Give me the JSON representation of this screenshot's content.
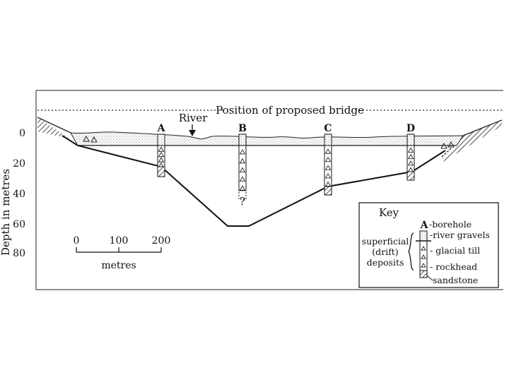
{
  "bridge_label": "Position of proposed bridge",
  "river_label": "River",
  "y_axis": {
    "label": "Depth in metres",
    "ticks": [
      "0",
      "20",
      "40",
      "60",
      "80"
    ]
  },
  "boreholes": [
    {
      "name": "A",
      "unknown_marker": ""
    },
    {
      "name": "B",
      "unknown_marker": "?"
    },
    {
      "name": "C",
      "unknown_marker": ""
    },
    {
      "name": "D",
      "unknown_marker": ""
    }
  ],
  "scale_bar": {
    "ticks": [
      "0",
      "100",
      "200"
    ],
    "unit": "metres"
  },
  "key": {
    "title": "Key",
    "borehole_letter": "A",
    "borehole": "-borehole",
    "river_gravels": "-river gravels",
    "glacial_till": "- glacial till",
    "rockhead": "- rockhead",
    "sandstone": "sandstone",
    "group_lines": [
      "superficial",
      "(drift)",
      "deposits"
    ]
  }
}
